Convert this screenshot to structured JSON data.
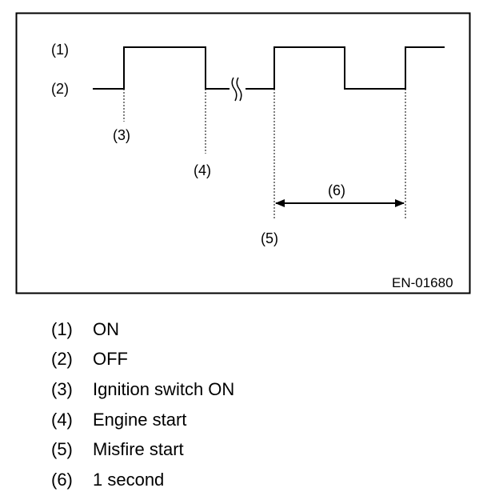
{
  "diagram": {
    "labels": {
      "on": "(1)",
      "off": "(2)",
      "ignition": "(3)",
      "engine": "(4)",
      "misfire": "(5)",
      "second": "(6)"
    },
    "code": "EN-01680"
  },
  "legend": [
    {
      "num": "(1)",
      "text": "ON"
    },
    {
      "num": "(2)",
      "text": "OFF"
    },
    {
      "num": "(3)",
      "text": "Ignition switch ON"
    },
    {
      "num": "(4)",
      "text": "Engine start"
    },
    {
      "num": "(5)",
      "text": "Misfire start"
    },
    {
      "num": "(6)",
      "text": "1 second"
    }
  ]
}
